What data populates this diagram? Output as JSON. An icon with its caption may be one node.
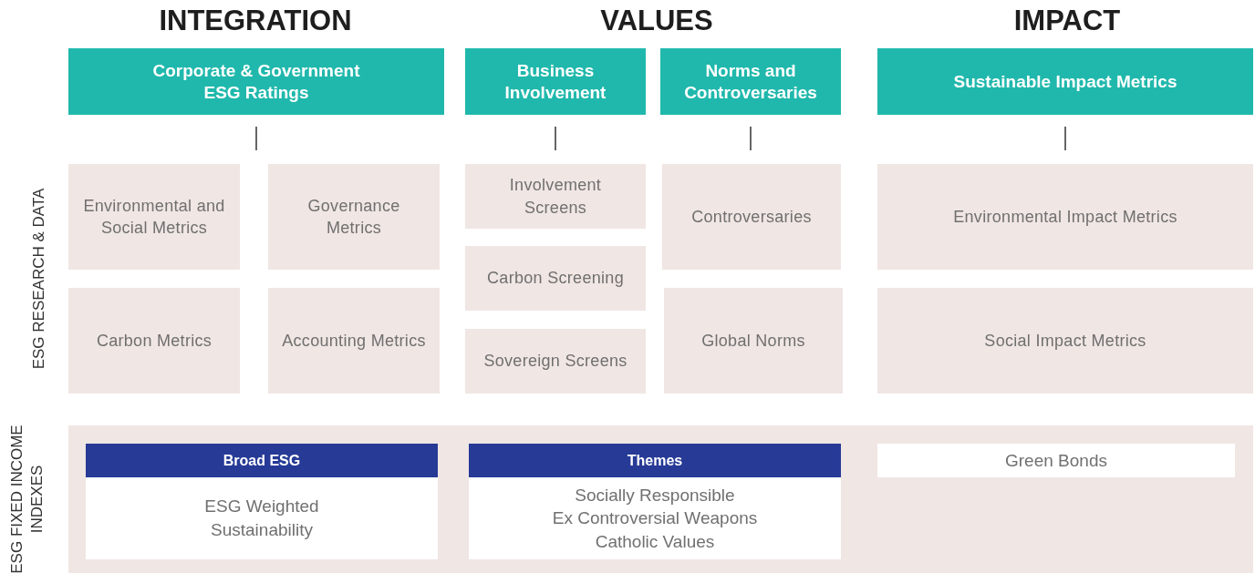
{
  "diagram": {
    "nodes": [
      {
        "text": [
          "Corporate & Government ESG Ratings"
        ]
      },
      {
        "text": [
          "Business Involvement"
        ]
      },
      {
        "text": [
          "Norms and Controversaries"
        ]
      },
      {
        "text": [
          "Sustainable Impact Metrics"
        ]
      },
      {
        "text": [
          "Environmental and Social Metrics"
        ]
      },
      {
        "text": [
          "Governance Metrics"
        ]
      },
      {
        "text": [
          "Carbon Metrics"
        ]
      },
      {
        "text": [
          "Accounting Metrics"
        ]
      },
      {
        "text": [
          "Involvement Screens"
        ]
      },
      {
        "text": [
          "Carbon Screening"
        ]
      },
      {
        "text": [
          "Sovereign Screens"
        ]
      },
      {
        "text": [
          "Controversaries"
        ]
      },
      {
        "text": [
          "Global Norms"
        ]
      },
      {
        "text": [
          "Environmental Impact Metrics"
        ]
      },
      {
        "text": [
          "Social Impact Metrics"
        ]
      },
      {
        "text": [],
        "shape": "box"
      },
      {
        "text": [
          "Broad ESG",
          "ESG Weighted",
          "Sustainability"
        ],
        "in": 15
      },
      {
        "text": [
          "Themes",
          "Socially Responsible",
          "Ex Controversial Weapons",
          "Catholic Values"
        ],
        "in": 15
      },
      {
        "text": [
          "Green Bonds"
        ],
        "in": 15
      }
    ],
    "labels": [
      "INTEGRATION",
      "VALUES",
      "IMPACT",
      "ESG RESEARCH & DATA",
      "ESG FIXED INCOME INDEXES"
    ]
  }
}
